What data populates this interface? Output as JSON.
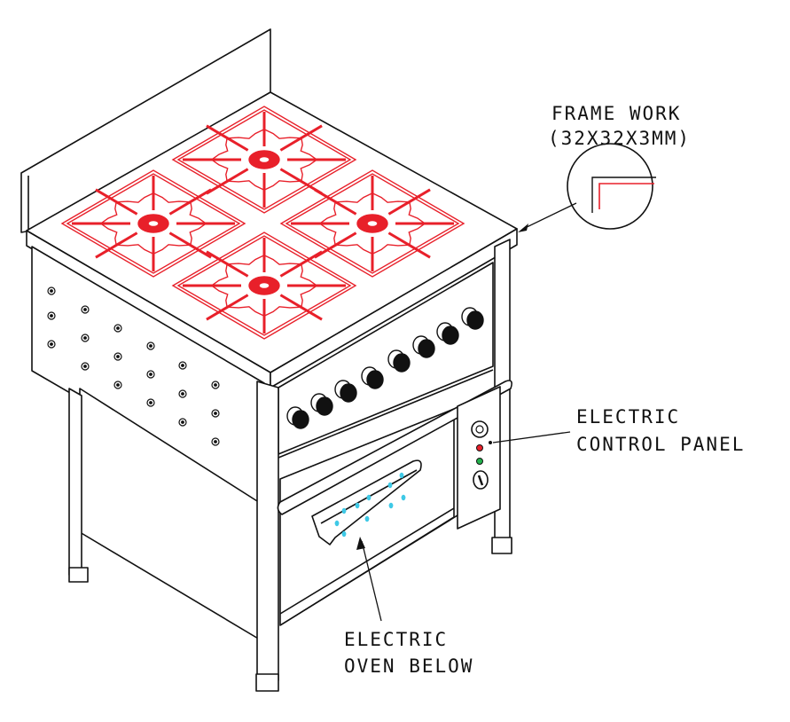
{
  "labels": {
    "frame_work_line1": "FRAME WORK",
    "frame_work_line2": "(32X32X3MM)",
    "control_panel_line1": "ELECTRIC",
    "control_panel_line2": "CONTROL PANEL",
    "oven_line1": "ELECTRIC",
    "oven_line2": "OVEN BELOW"
  },
  "colors": {
    "line": "#111111",
    "burner": "#e8202a",
    "indicator_red": "#e8202a",
    "indicator_green": "#22b14c",
    "handle_dots": "#3fc9e6",
    "background": "#ffffff"
  },
  "counts": {
    "burners": 4,
    "knobs": 8
  }
}
